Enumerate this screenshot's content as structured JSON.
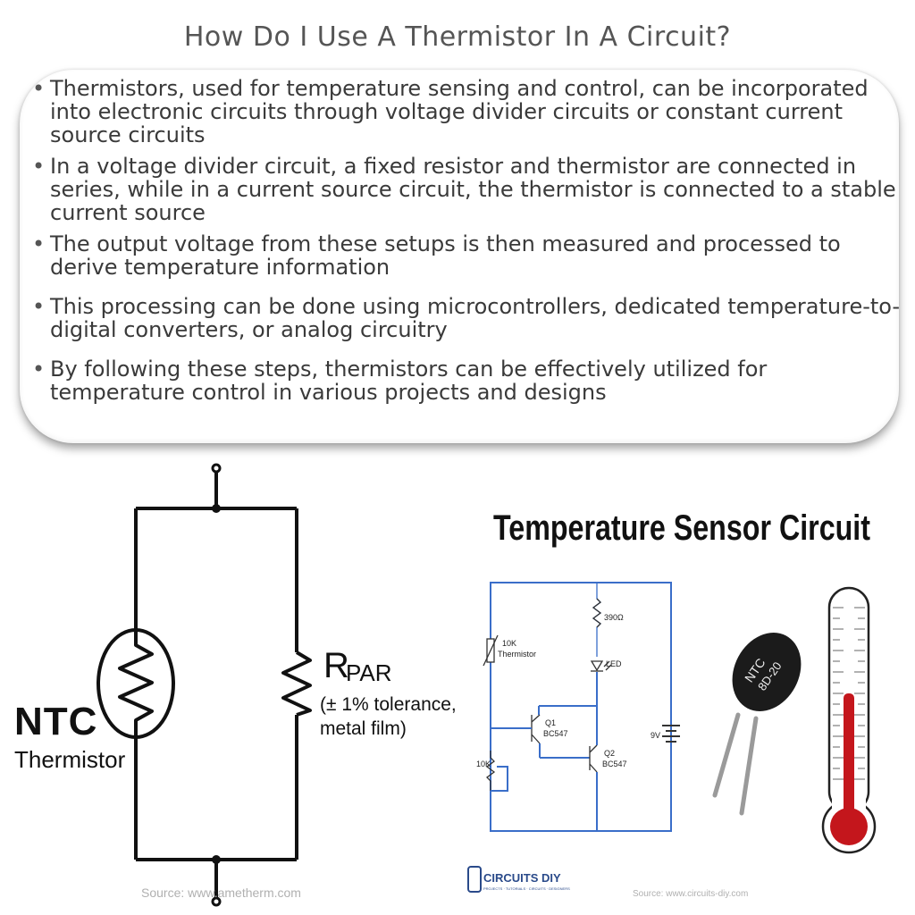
{
  "title": "How Do I Use A Thermistor In A Circuit?",
  "bullets": [
    "Thermistors, used for temperature sensing and control, can be incorporated into electronic circuits through voltage divider circuits or constant current source circuits",
    "In a voltage divider circuit, a fixed resistor and thermistor are connected in series, while in a current source circuit, the thermistor is connected to a stable current source",
    "The output voltage from these setups is then measured and processed to derive temperature information",
    "This processing can be done using microcontrollers, dedicated temperature-to-digital converters, or analog circuitry",
    "By following these steps, thermistors can be effectively utilized for temperature control in various projects and designs"
  ],
  "left_diagram": {
    "ntc_label": "NTC",
    "thermistor_label": "Thermistor",
    "r_label": "R",
    "r_subscript": "PAR",
    "tolerance_line1": "(± 1% tolerance,",
    "tolerance_line2": "metal film)",
    "source": "Source: www.ametherm.com"
  },
  "right_diagram": {
    "heading": "Temperature Sensor Circuit",
    "labels": {
      "r390": "390Ω",
      "thermistor_10k": "10K",
      "thermistor_word": "Thermistor",
      "led": "LED",
      "q1": "Q1",
      "q1_type": "BC547",
      "q2": "Q2",
      "q2_type": "BC547",
      "pot": "10K",
      "battery": "9V",
      "ntc_disc_line1": "NTC",
      "ntc_disc_line2": "8D-20"
    },
    "logo": "CIRCUITS DIY",
    "logo_tagline": "PROJECTS · TUTORIALS · CIRCUITS · DESIGNERS",
    "source": "Source: www.circuits-diy.com"
  },
  "colors": {
    "title": "#555555",
    "text": "#3a3a3a",
    "wire_blue": "#3a6ec9",
    "thermometer_red": "#c4161c",
    "ntc_disc": "#1b1b1b"
  }
}
